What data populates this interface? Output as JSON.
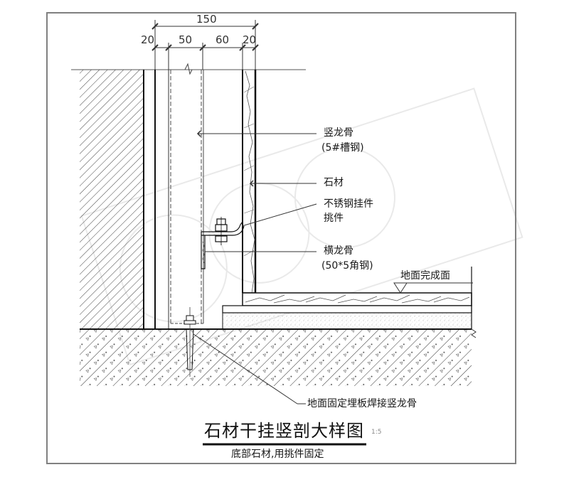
{
  "dimensions": {
    "total": "150",
    "segments": [
      "20",
      "50",
      "60",
      "20"
    ]
  },
  "callouts": {
    "vertical_keel": {
      "line1": "竖龙骨",
      "line2": "(5#槽钢)"
    },
    "stone": {
      "line1": "石材"
    },
    "stainless_hanger": {
      "line1": "不锈钢挂件",
      "line2": "挑件"
    },
    "horizontal_keel": {
      "line1": "横龙骨",
      "line2": "(50*5角钢)"
    },
    "finished_floor": {
      "line1": "地面完成面"
    },
    "embedded_plate": {
      "line1": "地面固定埋板焊接竖龙骨"
    }
  },
  "title_block": {
    "title": "石材干挂竖剖大样图",
    "scale": "1:5",
    "subtitle": "底部石材,用挑件固定"
  },
  "colors": {
    "line": "#1a1a1a",
    "frame": "#808080",
    "hatch": "#444444",
    "watermark": "#e6e6e6"
  }
}
